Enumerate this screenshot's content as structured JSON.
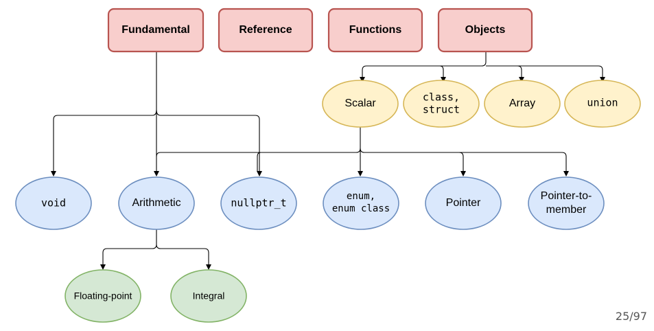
{
  "categories": {
    "fundamental": "Fundamental",
    "reference": "Reference",
    "functions": "Functions",
    "objects": "Objects"
  },
  "object_types": {
    "scalar": "Scalar",
    "class_struct": [
      "class,",
      "struct"
    ],
    "array": "Array",
    "union": "union"
  },
  "scalar_types": {
    "void": "void",
    "arithmetic": "Arithmetic",
    "nullptr_t": "nullptr_t",
    "enum": [
      "enum,",
      "enum class"
    ],
    "pointer": "Pointer",
    "pointer_to_member": [
      "Pointer-to-",
      "member"
    ]
  },
  "arithmetic_types": {
    "floating_point": "Floating-point",
    "integral": "Integral"
  },
  "page": "25/97",
  "colors": {
    "category_fill": "#f8cecc",
    "category_stroke": "#b85450",
    "object_fill": "#fff2cc",
    "object_stroke": "#d6b656",
    "type_fill": "#dae8fc",
    "type_stroke": "#6c8ebf",
    "arith_fill": "#d5e8d4",
    "arith_stroke": "#82b366"
  }
}
